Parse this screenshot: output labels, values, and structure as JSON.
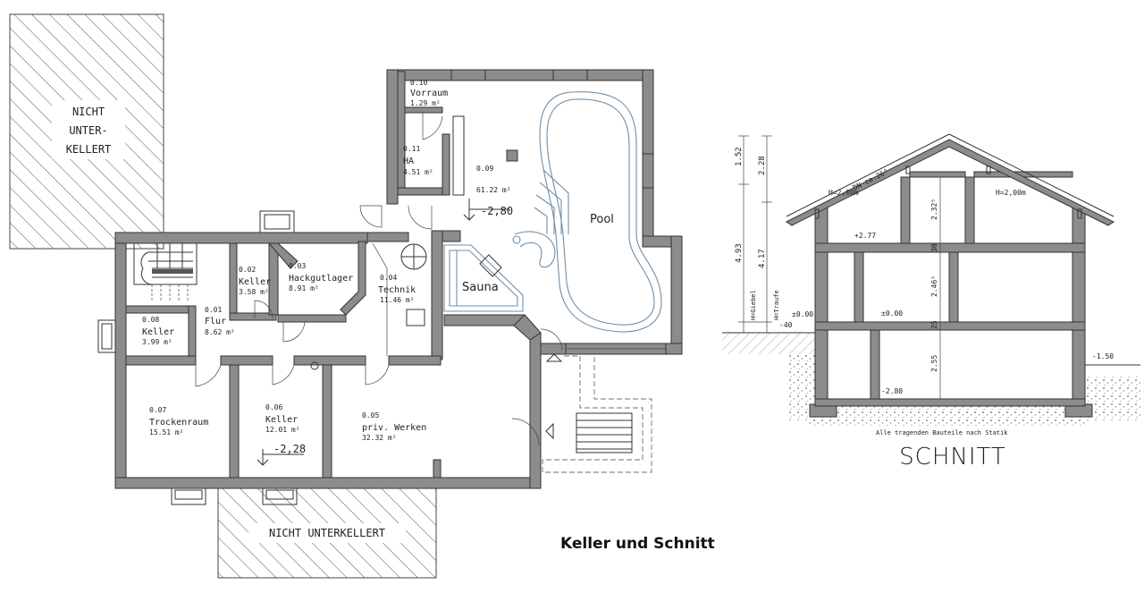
{
  "caption": "Keller und Schnitt",
  "section_title": "SCHNITT",
  "hatched_labels": {
    "top_left": [
      "NICHT",
      "UNTER-",
      "KELLERT"
    ],
    "bottom": "NICHT UNTERKELLERT"
  },
  "rooms": [
    {
      "id": "0.10",
      "name": "Vorraum",
      "area": "1.29 m²"
    },
    {
      "id": "0.11",
      "name": "HA",
      "area": "4.51 m²"
    },
    {
      "id": "0.09",
      "name": "",
      "area": "61.22 m²"
    },
    {
      "id": "0.02",
      "name": "Keller",
      "area": "3.58 m²"
    },
    {
      "id": "0.03",
      "name": "Hackgutlager",
      "area": "8.91 m²"
    },
    {
      "id": "0.04",
      "name": "Technik",
      "area": "11.46 m²"
    },
    {
      "id": "0.01",
      "name": "Flur",
      "area": "8.62 m²"
    },
    {
      "id": "0.08",
      "name": "Keller",
      "area": "3.99 m²"
    },
    {
      "id": "0.07",
      "name": "Trockenraum",
      "area": "15.51 m²"
    },
    {
      "id": "0.06",
      "name": "Keller",
      "area": "12.01 m²"
    },
    {
      "id": "0.05",
      "name": "priv. Werken",
      "area": "32.32 m²"
    }
  ],
  "labels": {
    "pool": "Pool",
    "sauna": "Sauna"
  },
  "levels": {
    "pool_hall": "-2,80",
    "keller": "-2,28"
  },
  "section": {
    "roof_pitch": "DN ca.26°",
    "h_left": "H=2,00m",
    "h_right": "H=2,00m",
    "dims_outer": [
      "1.52",
      "4.93"
    ],
    "dims_inner": [
      "2.28",
      "4.17"
    ],
    "h_giebel": "H=Giebel",
    "h_traufe": "H=Traufe",
    "level_277": "+2.77",
    "level_000_left": "±0.00",
    "level_000_mid": "±0.00",
    "level_m040": "-40",
    "level_m150": "-1.50",
    "level_m280": "-2.80",
    "dims_stack": [
      "2.32⁵",
      "30",
      "2.46⁵",
      "25",
      "2.55"
    ],
    "note": "Alle tragenden Bauteile nach Statik"
  }
}
